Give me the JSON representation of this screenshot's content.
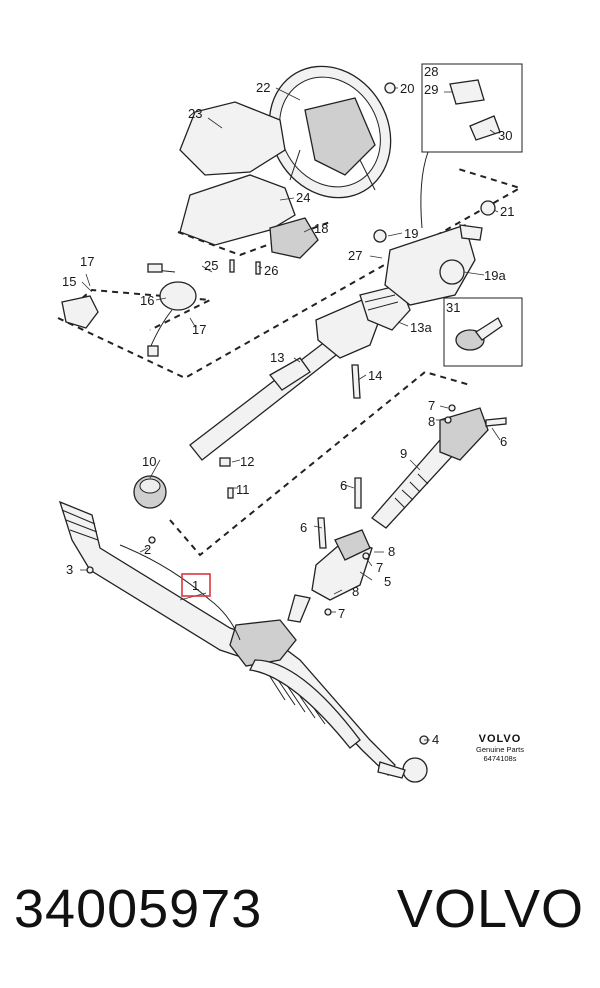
{
  "diagram": {
    "callouts": [
      {
        "id": "c1",
        "text": "1"
      },
      {
        "id": "c2",
        "text": "2"
      },
      {
        "id": "c3",
        "text": "3"
      },
      {
        "id": "c4",
        "text": "4"
      },
      {
        "id": "c5",
        "text": "5"
      },
      {
        "id": "c6a",
        "text": "6"
      },
      {
        "id": "c6b",
        "text": "6"
      },
      {
        "id": "c6c",
        "text": "6"
      },
      {
        "id": "c7a",
        "text": "7"
      },
      {
        "id": "c7b",
        "text": "7"
      },
      {
        "id": "c7c",
        "text": "7"
      },
      {
        "id": "c8a",
        "text": "8"
      },
      {
        "id": "c8b",
        "text": "8"
      },
      {
        "id": "c8c",
        "text": "8"
      },
      {
        "id": "c9",
        "text": "9"
      },
      {
        "id": "c10",
        "text": "10"
      },
      {
        "id": "c11",
        "text": "11"
      },
      {
        "id": "c12",
        "text": "12"
      },
      {
        "id": "c13",
        "text": "13"
      },
      {
        "id": "c13a",
        "text": "13a"
      },
      {
        "id": "c14",
        "text": "14"
      },
      {
        "id": "c15",
        "text": "15"
      },
      {
        "id": "c16",
        "text": "16"
      },
      {
        "id": "c17a",
        "text": "17"
      },
      {
        "id": "c17b",
        "text": "17"
      },
      {
        "id": "c18",
        "text": "18"
      },
      {
        "id": "c19",
        "text": "19"
      },
      {
        "id": "c19a",
        "text": "19a"
      },
      {
        "id": "c20",
        "text": "20"
      },
      {
        "id": "c21",
        "text": "21"
      },
      {
        "id": "c22",
        "text": "22"
      },
      {
        "id": "c23",
        "text": "23"
      },
      {
        "id": "c24",
        "text": "24"
      },
      {
        "id": "c25",
        "text": "25"
      },
      {
        "id": "c26",
        "text": "26"
      },
      {
        "id": "c27",
        "text": "27"
      },
      {
        "id": "c28",
        "text": "28"
      },
      {
        "id": "c29",
        "text": "29"
      },
      {
        "id": "c30",
        "text": "30"
      },
      {
        "id": "c31",
        "text": "31"
      }
    ],
    "highlight_color": "#d9363e"
  },
  "brand_block": {
    "logo": "VOLVO",
    "line1": "Genuine Parts",
    "line2": "6474108s"
  },
  "footer": {
    "part_number": "34005973",
    "brand": "VOLVO"
  }
}
